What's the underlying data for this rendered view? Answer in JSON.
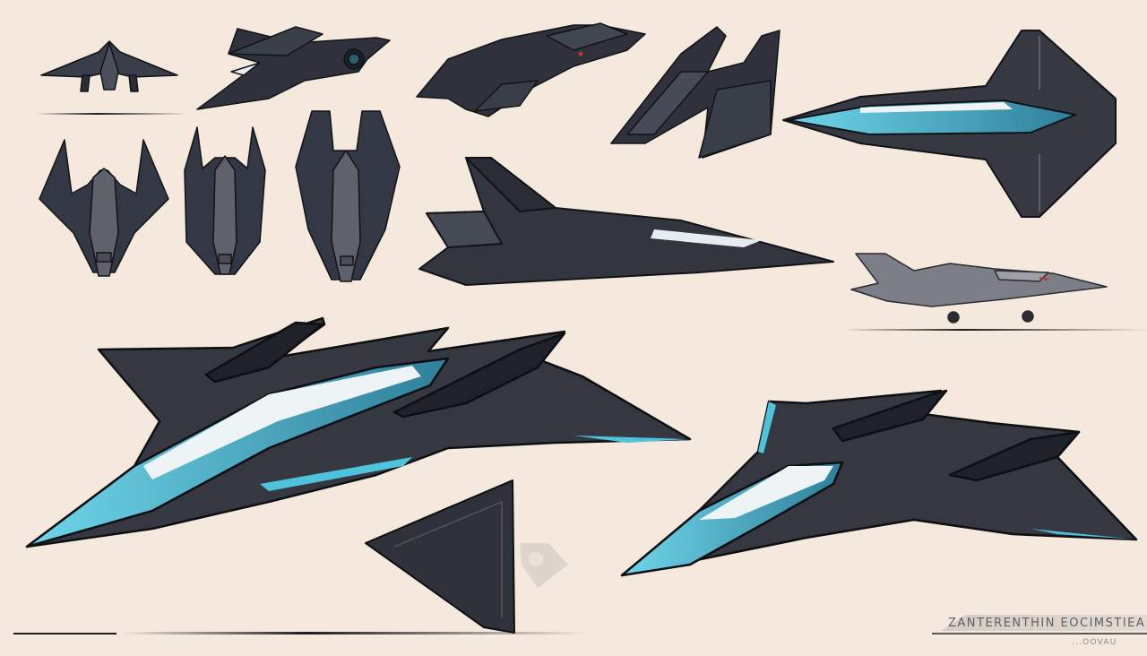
{
  "artwork": {
    "title": "Stealth jet concept design sheet",
    "background_color": "#f5e8dc",
    "palette": {
      "hull_dark": "#2b2e36",
      "hull_mid": "#40434c",
      "hull_light": "#5f626b",
      "accent_cyan": "#4fc3dc",
      "accent_teal": "#2f7f9a",
      "highlight": "#eef3f6",
      "line": "#111318",
      "emblem": "#d8d0c8"
    },
    "views": [
      {
        "id": "front-view-small",
        "label": "front view"
      },
      {
        "id": "three-quarter-small",
        "label": "three-quarter view"
      },
      {
        "id": "rear-three-quarter-small",
        "label": "rear three-quarter view"
      },
      {
        "id": "top-angled",
        "label": "angled tail view"
      },
      {
        "id": "side-profile-cyan",
        "label": "side profile with cyan canopy"
      },
      {
        "id": "top-view-1",
        "label": "top view A"
      },
      {
        "id": "top-view-2",
        "label": "top view B"
      },
      {
        "id": "top-view-3",
        "label": "top view C"
      },
      {
        "id": "side-view-large",
        "label": "side view"
      },
      {
        "id": "side-view-landed",
        "label": "landed side view"
      },
      {
        "id": "hero-left",
        "label": "hero perspective left"
      },
      {
        "id": "hero-right",
        "label": "hero perspective right"
      },
      {
        "id": "wing-fragment",
        "label": "wing detail"
      }
    ],
    "emblem": {
      "name": "hexagon-emblem"
    },
    "caption": {
      "title": "ZANTERENTHIN EOCIMSTIEA",
      "subtitle": "...OOVAU"
    }
  }
}
